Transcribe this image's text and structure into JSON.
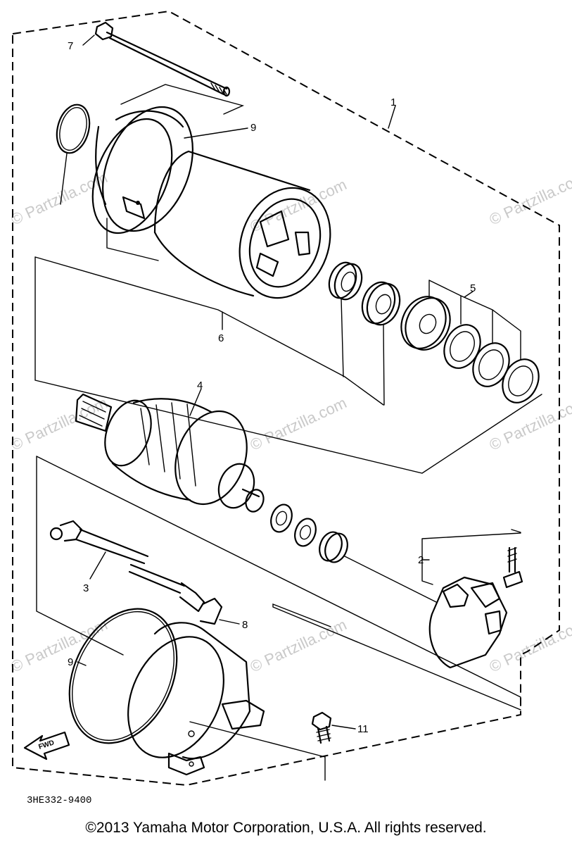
{
  "callouts": {
    "c1": "1",
    "c2": "2",
    "c3": "3",
    "c4": "4",
    "c5": "5",
    "c6": "6",
    "c7": "7",
    "c8": "8",
    "c9_top": "9",
    "c9_bottom": "9",
    "c11": "11"
  },
  "part_code": "3HE332-9400",
  "fwd_label": "FWD",
  "watermark": "© Partzilla.com",
  "copyright": "©2013  Yamaha Motor Corporation, U.S.A. All rights reserved."
}
